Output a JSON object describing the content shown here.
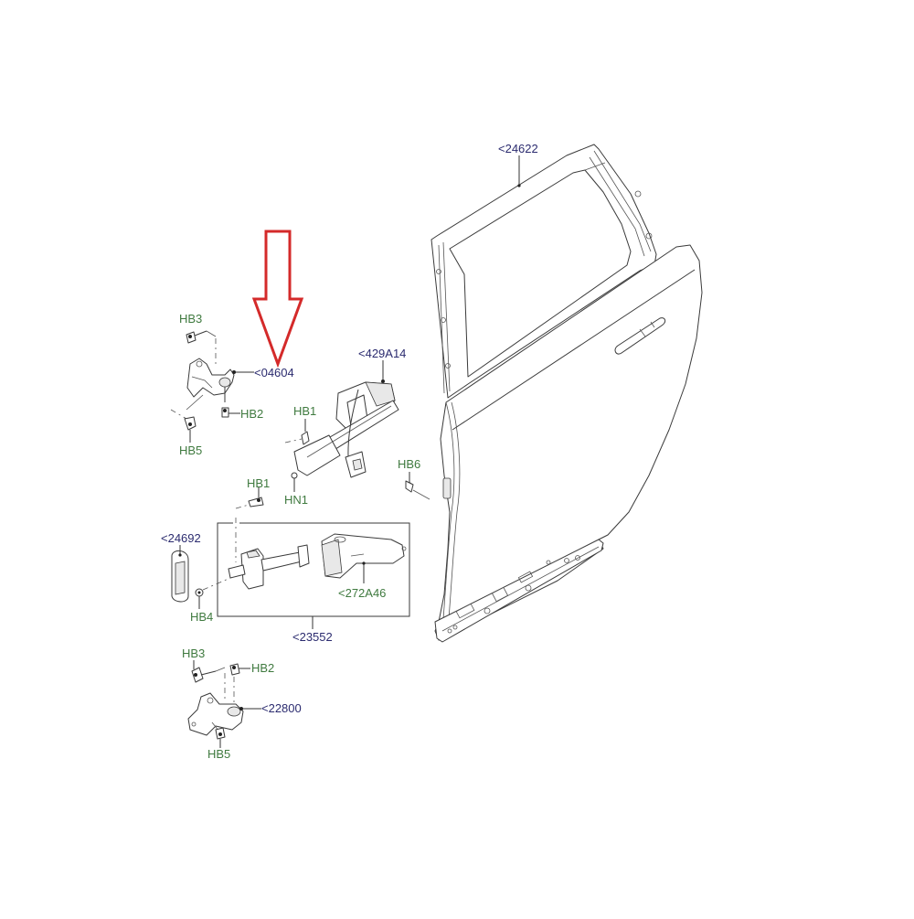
{
  "diagram": {
    "title": "Rear door assembly exploded parts diagram",
    "highlight_arrow": {
      "color": "#d42a2a",
      "points_to": "<04604"
    },
    "colors": {
      "part_label": "#2b2b6f",
      "fastener_label": "#3f7a3f",
      "arrow": "#d42a2a"
    },
    "labels": {
      "door_shell": "<24622",
      "upper_hinge": "<04604",
      "upper_hinge_hb3": "HB3",
      "upper_hinge_hb2": "HB2",
      "upper_hinge_hb5": "HB5",
      "latch": "<429A14",
      "latch_hb1": "HB1",
      "latch_hn1": "HN1",
      "hb6": "HB6",
      "check_hb1": "HB1",
      "check_strap_cover": "<24692",
      "check_hb4": "HB4",
      "check_strap_housing": "<272A46",
      "check_strap_assembly": "<23552",
      "lower_hinge_hb3": "HB3",
      "lower_hinge_hb2": "HB2",
      "lower_hinge": "<22800",
      "lower_hinge_hb5": "HB5"
    }
  }
}
